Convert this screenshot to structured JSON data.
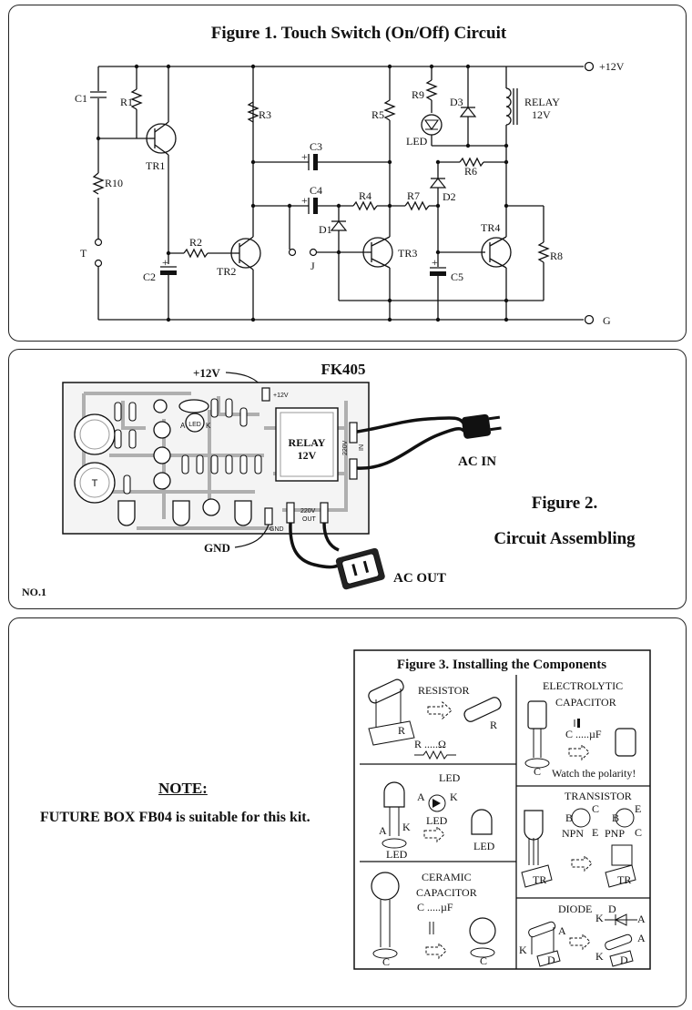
{
  "figure1": {
    "title": "Figure 1. Touch Switch (On/Off) Circuit",
    "rail_plus": "+12V",
    "rail_ground": "G",
    "labels": {
      "c1": "C1",
      "r1": "R1",
      "tr1": "TR1",
      "r10": "R10",
      "t": "T",
      "r2": "R2",
      "c2": "C2",
      "tr2": "TR2",
      "r3": "R3",
      "c3": "C3",
      "c4": "C4",
      "d1": "D1",
      "j": "J",
      "r4": "R4",
      "r5": "R5",
      "r7": "R7",
      "tr3": "TR3",
      "c5": "C5",
      "r9": "R9",
      "led": "LED",
      "d3": "D3",
      "d2": "D2",
      "r6": "R6",
      "tr4": "TR4",
      "r8": "R8",
      "relay": "RELAY",
      "relay_v": "12V",
      "plus": "+"
    }
  },
  "figure2": {
    "board_name": "FK405",
    "plus12v": "+12V",
    "board_plus12v": "+12V",
    "relay_label": "RELAY",
    "relay_v": "12V",
    "ac_in": "AC IN",
    "ac_out": "AC OUT",
    "gnd": "GND",
    "board_gnd": "GND",
    "board_220_out": "220V",
    "board_out": "OUT",
    "board_220_in": "220V",
    "board_in": "IN",
    "led_mark": "LED",
    "a_mark": "A",
    "k_mark": "K",
    "t_mark": "T",
    "fig_title1": "Figure 2.",
    "fig_title2": "Circuit Assembling",
    "page_no": "NO.1"
  },
  "note": {
    "heading": "NOTE:",
    "text": "FUTURE BOX FB04 is suitable for this kit."
  },
  "figure3": {
    "title": "Figure 3. Installing the Components",
    "resistor": {
      "name": "RESISTOR",
      "value": "R .....Ω",
      "mark": "R"
    },
    "electrolytic": {
      "name1": "ELECTROLYTIC",
      "name2": "CAPACITOR",
      "value": "C .....µF",
      "note": "Watch the polarity!",
      "mark": "C"
    },
    "led": {
      "name": "LED",
      "sub": "LED",
      "a": "A",
      "k": "K",
      "mark": "LED"
    },
    "transistor": {
      "name": "TRANSISTOR",
      "npn": "NPN",
      "pnp": "PNP",
      "b": "B",
      "c": "C",
      "e": "E",
      "mark": "TR"
    },
    "ceramic": {
      "name1": "CERAMIC",
      "name2": "CAPACITOR",
      "value": "C .....µF",
      "mark": "C"
    },
    "diode": {
      "name": "DIODE",
      "d": "D",
      "k": "K",
      "a": "A",
      "mark": "D"
    }
  }
}
